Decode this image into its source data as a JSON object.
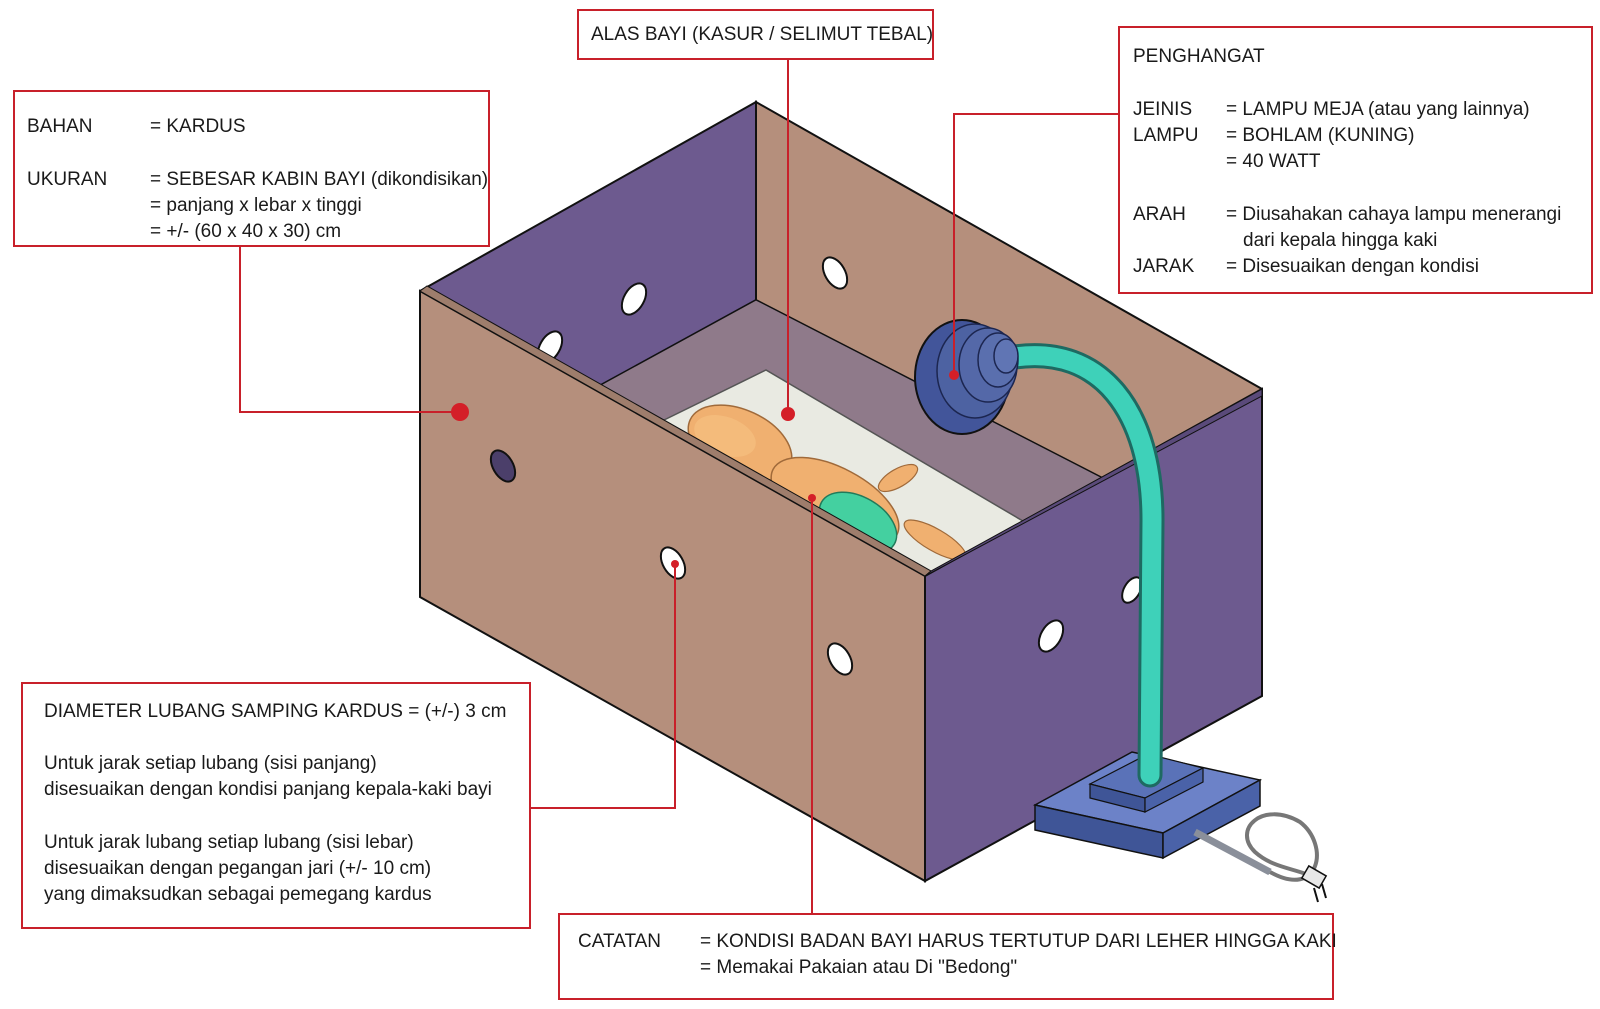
{
  "colors": {
    "callout": "#c8202a",
    "box_outer": "#b58f7c",
    "box_inner": "#6d5a8f",
    "lamp_head": "#4d62a2",
    "lamp_arm": "#3ed1b9",
    "lamp_base": "#4f68b0",
    "mattress": "#e9eae2",
    "baby_skin": "#f0b070",
    "diaper": "#44d0a0"
  },
  "labels": {
    "alas": "ALAS BAYI (KASUR / SELIMUT TEBAL)",
    "bahan": {
      "k1": "BAHAN",
      "v1": "= KARDUS",
      "k2": "UKURAN",
      "v2": "= SEBESAR KABIN BAYI (dikondisikan)",
      "v3": "= panjang x lebar x tinggi",
      "v4": "= +/- (60 x 40 x 30) cm"
    },
    "penghangat": {
      "title": "PENGHANGAT",
      "k1": "JEINIS",
      "v1": "= LAMPU MEJA (atau yang lainnya)",
      "k2": "LAMPU",
      "v2": "= BOHLAM (KUNING)",
      "v3": "= 40 WATT",
      "k4": "ARAH",
      "v4": "= Diusahakan cahaya lampu menerangi",
      "v5": "dari kepala hingga kaki",
      "k6": "JARAK",
      "v6": "= Disesuaikan dengan kondisi"
    },
    "diameter": {
      "l1": "DIAMETER LUBANG SAMPING KARDUS = (+/-) 3 cm",
      "l2": "Untuk jarak setiap lubang (sisi panjang)",
      "l3": "disesuaikan dengan kondisi panjang kepala-kaki bayi",
      "l4": "Untuk jarak lubang setiap lubang (sisi lebar)",
      "l5": "disesuaikan dengan pegangan jari (+/- 10 cm)",
      "l6": "yang dimaksudkan sebagai pemegang kardus"
    },
    "catatan": {
      "key": "CATATAN",
      "v1": "= KONDISI BADAN BAYI HARUS TERTUTUP DARI LEHER HINGGA KAKI",
      "v2": "= Memakai Pakaian atau Di \"Bedong\""
    }
  }
}
